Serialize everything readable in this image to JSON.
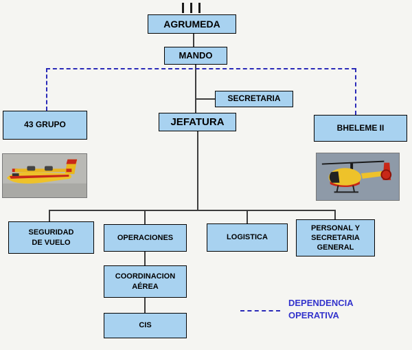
{
  "colors": {
    "background": "#f5f5f2",
    "box_fill": "#a8d2f0",
    "box_border": "#000000",
    "box_text": "#000000",
    "connector_solid": "#3c3c3c",
    "connector_dashed": "#2929b8",
    "legend_text": "#3333cc"
  },
  "nodes": {
    "agrumeda": "AGRUMEDA",
    "mando": "MANDO",
    "secretaria": "SECRETARIA",
    "jefatura": "JEFATURA",
    "grupo43": "43 GRUPO",
    "bheleme": "BHELEME II",
    "seguridad": "SEGURIDAD\nDE VUELO",
    "operaciones": "OPERACIONES",
    "logistica": "LOGISTICA",
    "personal": "PERSONAL Y\nSECRETARIA\nGENERAL",
    "coordinacion": "COORDINACION\nAÉREA",
    "cis": "CIS"
  },
  "legend": {
    "label": "DEPENDENCIA\nOPERATIVA"
  },
  "icons": {
    "plane": "canadair-seaplane-photo",
    "helicopter": "rescue-helicopter-photo",
    "antenna": "unit-echelon-marks"
  }
}
